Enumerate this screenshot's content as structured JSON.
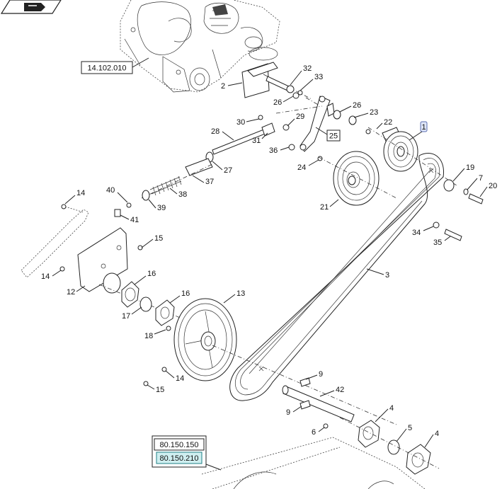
{
  "references": {
    "top": "14.102.010",
    "bottom_1": "80.150.150",
    "bottom_2": "80.150.210"
  },
  "callouts": {
    "c1": "1",
    "c2": "2",
    "c3": "3",
    "c4a": "4",
    "c4b": "4",
    "c5": "5",
    "c6": "6",
    "c7": "7",
    "c9a": "9",
    "c9b": "9",
    "c12": "12",
    "c13": "13",
    "c14a": "14",
    "c14b": "14",
    "c14c": "14",
    "c15a": "15",
    "c15b": "15",
    "c16a": "16",
    "c16b": "16",
    "c17": "17",
    "c18": "18",
    "c19": "19",
    "c20": "20",
    "c21": "21",
    "c22": "22",
    "c23": "23",
    "c24": "24",
    "c25": "25",
    "c26a": "26",
    "c26b": "26",
    "c27": "27",
    "c28": "28",
    "c29": "29",
    "c30": "30",
    "c31": "31",
    "c32": "32",
    "c33": "33",
    "c34": "34",
    "c35": "35",
    "c36": "36",
    "c37": "37",
    "c38": "38",
    "c39": "39",
    "c40": "40",
    "c41": "41",
    "c42": "42"
  },
  "icons": {
    "nav": "folder-back-icon"
  },
  "colors": {
    "highlight_fill": "#cfeff0",
    "highlight_stroke": "#1d7f84",
    "callout_fill": "#dfe6f7"
  }
}
